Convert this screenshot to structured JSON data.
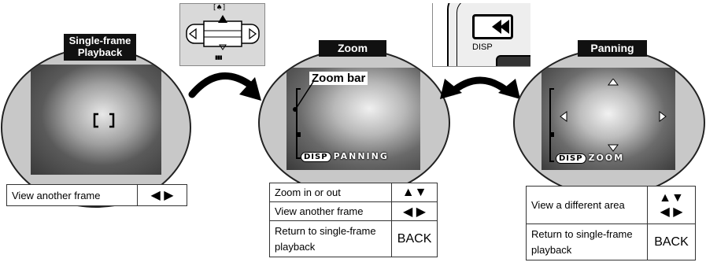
{
  "panels": {
    "single": {
      "label": "Single-frame\nPlayback",
      "ops": [
        {
          "action": "View another frame",
          "key": "◀ ▶"
        }
      ]
    },
    "zoom": {
      "label": "Zoom",
      "callout": "Zoom bar",
      "hint_key": "DISP",
      "hint_text": "PANNING",
      "ops": [
        {
          "action": "Zoom in or out",
          "key": "▲▼"
        },
        {
          "action": "View another frame",
          "key": "◀ ▶"
        },
        {
          "action": "Return to single-frame playback",
          "key": "BACK"
        }
      ]
    },
    "panning": {
      "label": "Panning",
      "hint_key": "DISP",
      "hint_text": "ZOOM",
      "ops": [
        {
          "action": "View a different area",
          "key": "▲▼\n◀ ▶"
        },
        {
          "action": "Return to single-frame playback",
          "key": "BACK"
        }
      ]
    }
  },
  "controls": {
    "zoom_top_icon": "[♠]",
    "zoom_bottom_icon": "▮▮▮",
    "disp_label": "DISP"
  }
}
